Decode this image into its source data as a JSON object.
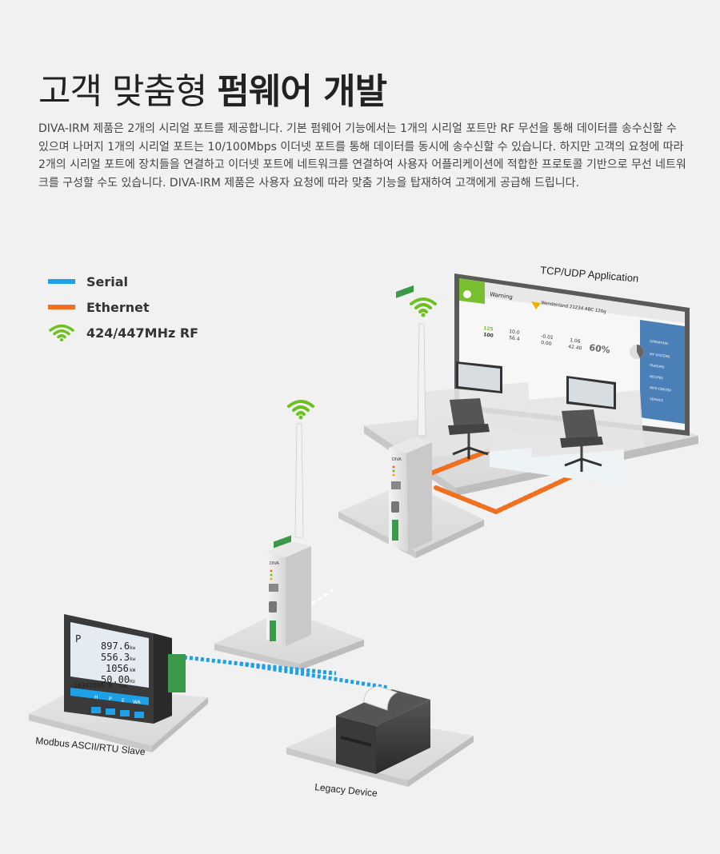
{
  "title": {
    "normal": "고객 맞춤형 ",
    "bold": "펌웨어 개발"
  },
  "description": "DIVA-IRM 제품은 2개의 시리얼 포트를 제공합니다. 기본 펌웨어 기능에서는 1개의 시리얼 포트만 RF 무선을 통해 데이터를 송수신할 수 있으며 나머지 1개의 시리얼 포트는 10/100Mbps 이더넷 포트를 통해 데이터를 동시에 송수신할 수 있습니다. 하지만 고객의 요청에 따라 2개의 시리얼 포트에 장치들을 연결하고 이더넷 포트에 네트워크를 연결하여 사용자 어플리케이션에 적합한 프로토콜 기반으로 무선 네트워크를 구성할 수도 있습니다. DIVA-IRM 제품은 사용자 요청에 따라 맞춤 기능을 탑재하여 고객에게 공급해 드립니다.",
  "legend": [
    {
      "label": "Serial",
      "color": "#1ea0e6",
      "kind": "line"
    },
    {
      "label": "Ethernet",
      "color": "#f07020",
      "kind": "line"
    },
    {
      "label": "424/447MHz RF",
      "color": "#6cc020",
      "kind": "wifi"
    }
  ],
  "diagram": {
    "app_label": "TCP/UDP Application",
    "meter_label": "Modbus ASCII/RTU Slave",
    "legacy_label": "Legacy Device",
    "device_brand": "DIVA",
    "meter": {
      "mode": "P",
      "readings": [
        {
          "value": "897.6",
          "unit": "kw"
        },
        {
          "value": "556.3",
          "unit": "kw"
        },
        {
          "value": "1056",
          "unit": "kW"
        },
        {
          "value": "50.00",
          "unit": "Hz"
        },
        {
          "value": "16342085.8",
          "unit": "kwh"
        }
      ],
      "keys": [
        "H",
        "P",
        "E",
        "WA"
      ]
    },
    "screen": {
      "status_title": "Warning",
      "model": "Wendenland 21234 ABC 120g",
      "readout_left": "125",
      "readout_left2": "100",
      "readout_right": "10.0",
      "readout_right2": "56.4",
      "delta1": "-0.01",
      "delta2": "0.00",
      "val1": "1.06",
      "val2": "42.40",
      "percent": "60%",
      "menu": [
        "OPERATION",
        "MY SYSTEMS",
        "FAVOURS",
        "RECIPES",
        "INFO CENTER",
        "SERVICE"
      ]
    }
  }
}
